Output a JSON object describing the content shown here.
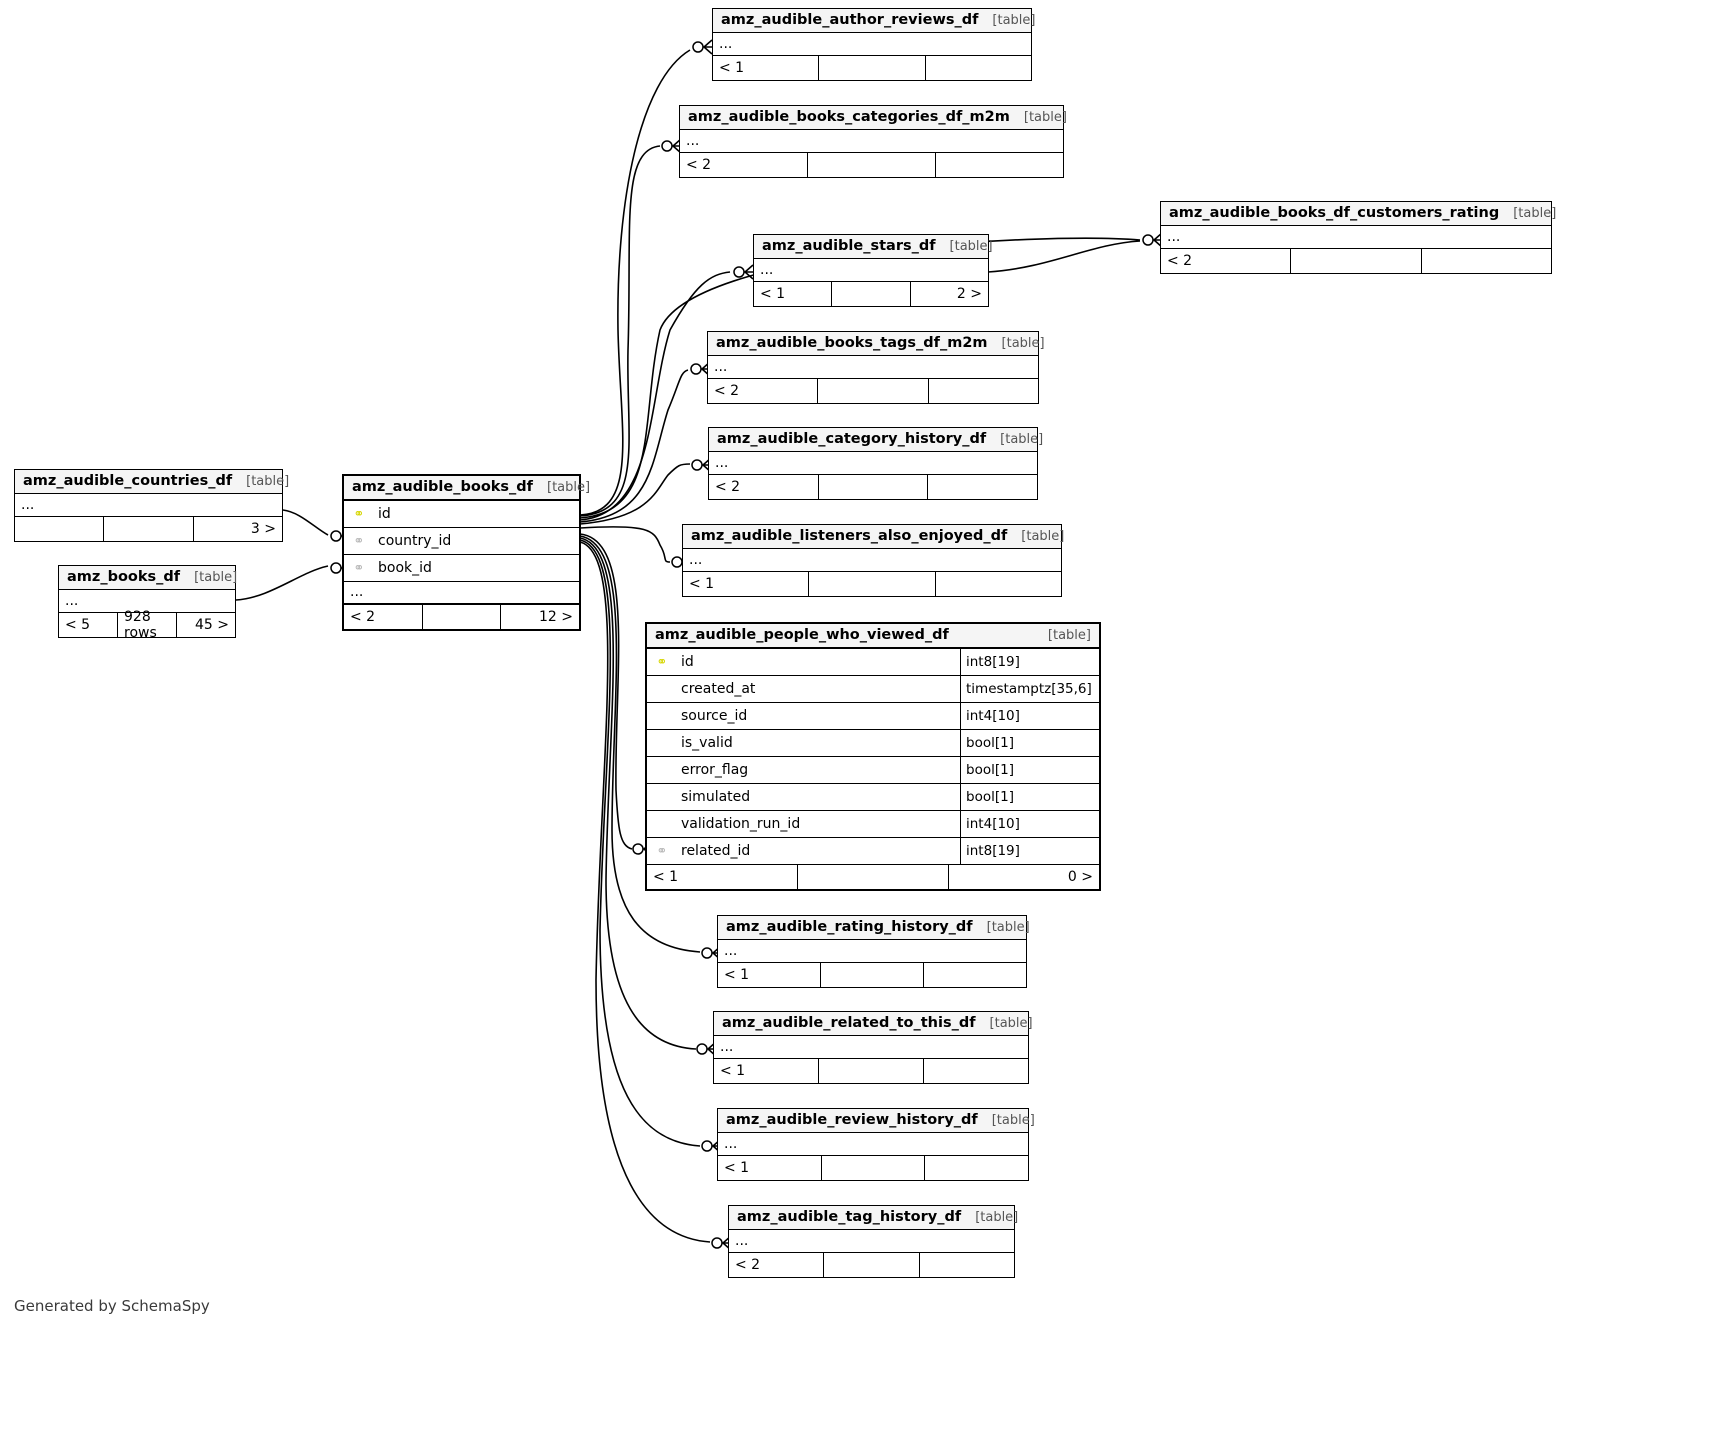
{
  "diagram": {
    "generator_credit": "Generated by SchemaSpy",
    "table_tag": "[table]",
    "ellipsis": "...",
    "icons": {
      "primary_key": "key-icon",
      "foreign_key": "key-icon",
      "crowsfoot": "crowsfoot-connector-icon"
    },
    "colors": {
      "header_fill": "#f5f5f5",
      "border": "#000000",
      "pk_key": "#d6d600",
      "fk_key": "#b8b8b8",
      "canvas": "#ffffff"
    }
  },
  "tables": [
    {
      "id": "author_reviews",
      "name": "amz_audible_author_reviews_df",
      "tag": "[table]",
      "ellipsis": "...",
      "footer": {
        "left": "< 1",
        "middle": "",
        "right": ""
      }
    },
    {
      "id": "books_categories_m2m",
      "name": "amz_audible_books_categories_df_m2m",
      "tag": "[table]",
      "ellipsis": "...",
      "footer": {
        "left": "< 2",
        "middle": "",
        "right": ""
      }
    },
    {
      "id": "customers_rating",
      "name": "amz_audible_books_df_customers_rating",
      "tag": "[table]",
      "ellipsis": "...",
      "footer": {
        "left": "< 2",
        "middle": "",
        "right": ""
      }
    },
    {
      "id": "stars",
      "name": "amz_audible_stars_df",
      "tag": "[table]",
      "ellipsis": "...",
      "footer": {
        "left": "< 1",
        "middle": "",
        "right": "2 >"
      }
    },
    {
      "id": "books_tags_m2m",
      "name": "amz_audible_books_tags_df_m2m",
      "tag": "[table]",
      "ellipsis": "...",
      "footer": {
        "left": "< 2",
        "middle": "",
        "right": ""
      }
    },
    {
      "id": "category_history",
      "name": "amz_audible_category_history_df",
      "tag": "[table]",
      "ellipsis": "...",
      "footer": {
        "left": "< 2",
        "middle": "",
        "right": ""
      }
    },
    {
      "id": "listeners_also_enjoyed",
      "name": "amz_audible_listeners_also_enjoyed_df",
      "tag": "[table]",
      "ellipsis": "...",
      "footer": {
        "left": "< 1",
        "middle": "",
        "right": ""
      }
    },
    {
      "id": "countries",
      "name": "amz_audible_countries_df",
      "tag": "[table]",
      "ellipsis": "...",
      "footer": {
        "left": "",
        "middle": "",
        "right": "3 >"
      }
    },
    {
      "id": "amz_books",
      "name": "amz_books_df",
      "tag": "[table]",
      "ellipsis": "...",
      "footer": {
        "left": "< 5",
        "middle": "928 rows",
        "right": "45 >"
      }
    },
    {
      "id": "books",
      "name": "amz_audible_books_df",
      "tag": "[table]",
      "ellipsis": "...",
      "columns": [
        {
          "key": "pk",
          "name": "id"
        },
        {
          "key": "fk",
          "name": "country_id"
        },
        {
          "key": "fk",
          "name": "book_id"
        }
      ],
      "footer": {
        "left": "< 2",
        "middle": "",
        "right": "12 >"
      }
    },
    {
      "id": "people_who_viewed",
      "name": "amz_audible_people_who_viewed_df",
      "tag": "[table]",
      "columns": [
        {
          "key": "pk",
          "name": "id",
          "type": "int8[19]"
        },
        {
          "key": "none",
          "name": "created_at",
          "type": "timestamptz[35,6]"
        },
        {
          "key": "none",
          "name": "source_id",
          "type": "int4[10]"
        },
        {
          "key": "none",
          "name": "is_valid",
          "type": "bool[1]"
        },
        {
          "key": "none",
          "name": "error_flag",
          "type": "bool[1]"
        },
        {
          "key": "none",
          "name": "simulated",
          "type": "bool[1]"
        },
        {
          "key": "none",
          "name": "validation_run_id",
          "type": "int4[10]"
        },
        {
          "key": "fk",
          "name": "related_id",
          "type": "int8[19]"
        }
      ],
      "footer": {
        "left": "< 1",
        "middle": "",
        "right": "0 >"
      }
    },
    {
      "id": "rating_history",
      "name": "amz_audible_rating_history_df",
      "tag": "[table]",
      "ellipsis": "...",
      "footer": {
        "left": "< 1",
        "middle": "",
        "right": ""
      }
    },
    {
      "id": "related_to_this",
      "name": "amz_audible_related_to_this_df",
      "tag": "[table]",
      "ellipsis": "...",
      "footer": {
        "left": "< 1",
        "middle": "",
        "right": ""
      }
    },
    {
      "id": "review_history",
      "name": "amz_audible_review_history_df",
      "tag": "[table]",
      "ellipsis": "...",
      "footer": {
        "left": "< 1",
        "middle": "",
        "right": ""
      }
    },
    {
      "id": "tag_history",
      "name": "amz_audible_tag_history_df",
      "tag": "[table]",
      "ellipsis": "...",
      "footer": {
        "left": "< 2",
        "middle": "",
        "right": ""
      }
    }
  ]
}
